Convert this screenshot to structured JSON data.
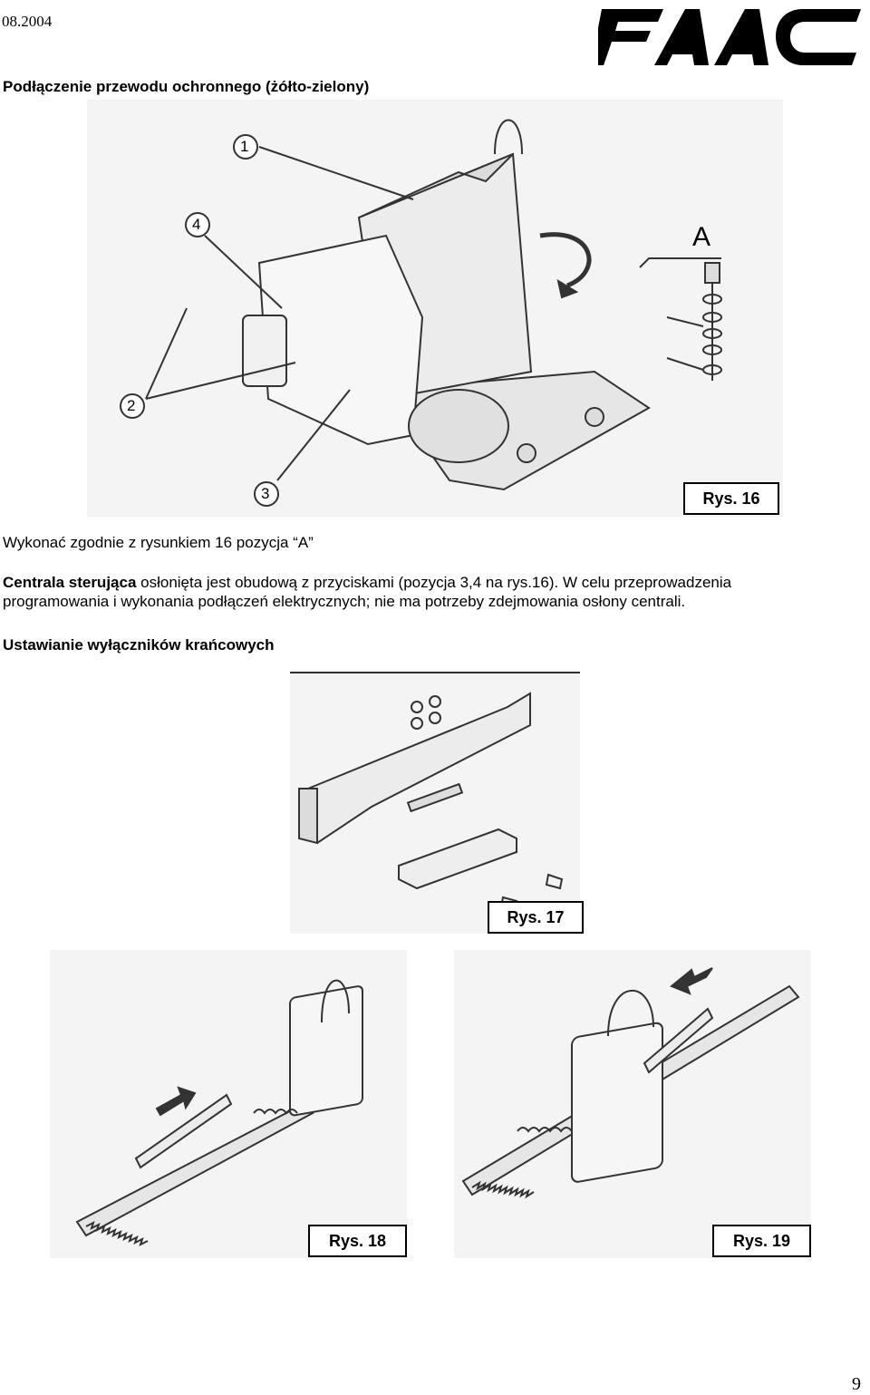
{
  "header": {
    "date": "08.2004",
    "logo": "FAAC"
  },
  "section1": {
    "heading": "Podłączenie przewodu ochronnego (żółto-zielony)"
  },
  "figure16": {
    "caption": "Rys. 16",
    "callouts": [
      "1",
      "4",
      "2",
      "3"
    ],
    "detail_label": "A"
  },
  "instruction": "Wykonać zgodnie z rysunkiem 16 pozycja “A”",
  "paragraph": {
    "bold_lead": "Centrala sterująca",
    "line1_rest": " osłonięta jest obudową z przyciskami (pozycja 3,4 na rys.16). W celu przeprowadzenia",
    "line2": "programowania i wykonania podłączeń elektrycznych; nie ma potrzeby zdejmowania osłony centrali."
  },
  "section2": {
    "heading": "Ustawianie wyłączników krańcowych"
  },
  "figure17": {
    "caption": "Rys. 17"
  },
  "figure18": {
    "caption": "Rys. 18"
  },
  "figure19": {
    "caption": "Rys. 19"
  },
  "page_number": "9"
}
